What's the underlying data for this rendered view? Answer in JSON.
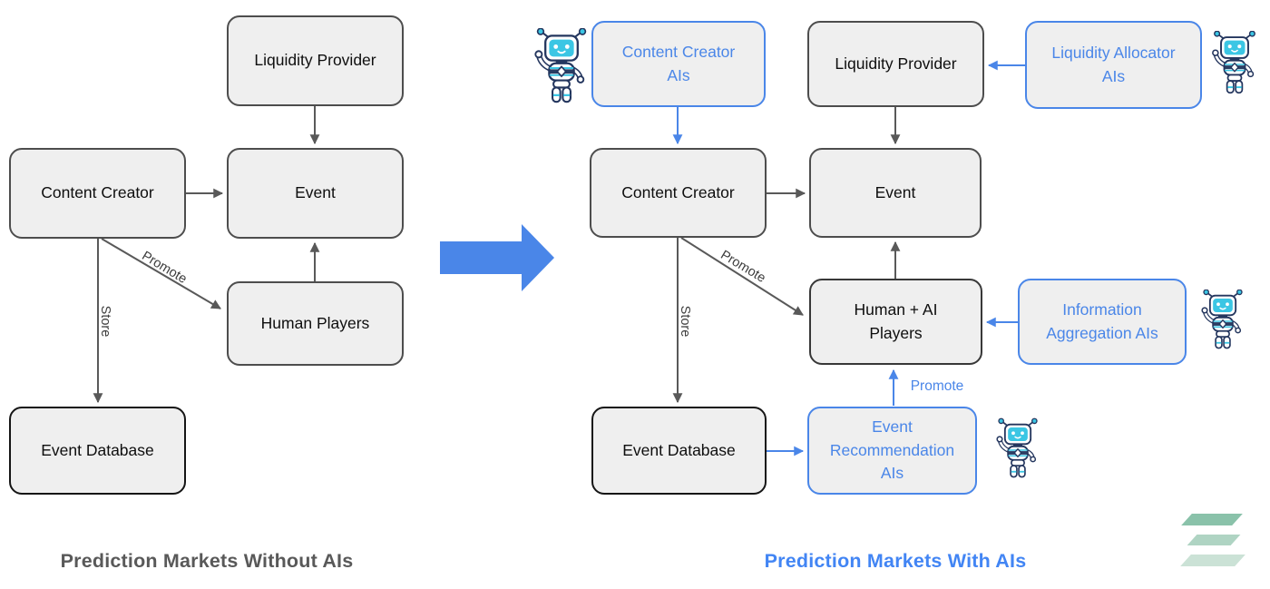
{
  "left_panel": {
    "title": "Prediction Markets Without AIs",
    "nodes": {
      "liquidity_provider": "Liquidity Provider",
      "content_creator": "Content Creator",
      "event": "Event",
      "human_players": "Human Players",
      "event_database": "Event Database"
    },
    "edge_labels": {
      "store": "Store",
      "promote": "Promote"
    }
  },
  "right_panel": {
    "title": "Prediction Markets With AIs",
    "nodes": {
      "content_creator_ais": "Content Creator\nAIs",
      "liquidity_provider": "Liquidity Provider",
      "liquidity_allocator_ais": "Liquidity Allocator\nAIs",
      "content_creator": "Content Creator",
      "event": "Event",
      "human_ai_players": "Human + AI\nPlayers",
      "information_aggregation_ais": "Information\nAggregation AIs",
      "event_database": "Event Database",
      "event_recommendation_ais": "Event\nRecommendation\nAIs"
    },
    "edge_labels": {
      "store": "Store",
      "promote": "Promote",
      "promote_ai": "Promote"
    }
  },
  "icons": {
    "robot": "robot-mascot-icon",
    "transform_arrow": "big-right-arrow",
    "logo": "three-stripe-logo"
  },
  "colors": {
    "accent_blue": "#4a86e8",
    "title_blue": "#4285f4",
    "box_fill": "#efefef",
    "box_border": "#4d4d4d",
    "arrow_dark": "#595959",
    "title_gray": "#595959",
    "robot_cyan": "#3bc6e4",
    "robot_outline": "#24365e",
    "logo_green_dark": "#8ac2aa",
    "logo_green_mid": "#afd4c3",
    "logo_green_light": "#cbe2d6"
  }
}
